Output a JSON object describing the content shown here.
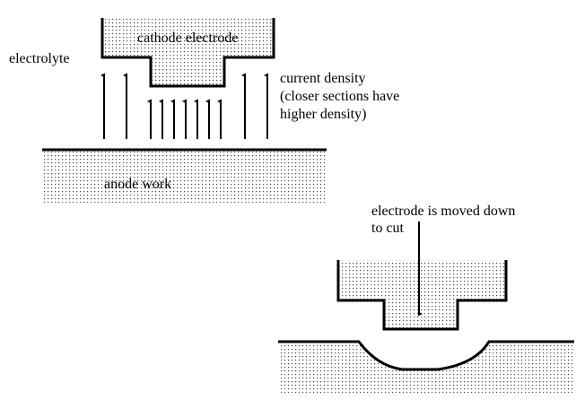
{
  "labels": {
    "electrolyte": "electrolyte",
    "cathode": "cathode electrode",
    "current_1": "current density",
    "current_2": "(closer sections have",
    "current_3": "higher density)",
    "anode": "anode work",
    "moved_1": "electrode is moved down",
    "moved_2": "to cut"
  },
  "colors": {
    "ink": "#000000",
    "background": "#ffffff"
  }
}
